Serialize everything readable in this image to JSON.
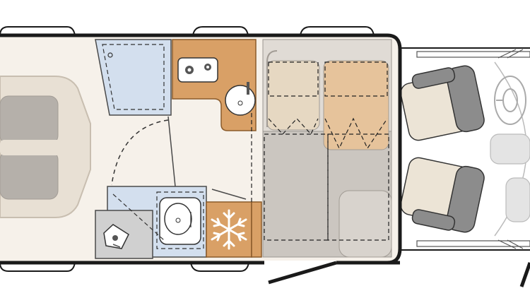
{
  "diagram": {
    "type": "motorhome-floor-plan",
    "colors": {
      "outline": "#1a1a1a",
      "floor": "#f6f1ea",
      "wood": "#d9a066",
      "washroom": "#d3dfee",
      "bed_grey": "#c9c4bf",
      "bed_beige": "#e6d8c2",
      "cushion": "#b9b1a7",
      "seat_dark": "#8c8c8c",
      "seat_light": "#ece4d6",
      "cab_light": "#e4e4e4",
      "white": "#ffffff"
    },
    "zones": [
      {
        "name": "rear-bed",
        "icon": "bed-icon"
      },
      {
        "name": "shower",
        "icon": "shower-icon"
      },
      {
        "name": "kitchen",
        "icon": "stove-icon"
      },
      {
        "name": "sink",
        "icon": "sink-icon"
      },
      {
        "name": "toilet-room",
        "icon": "toilet-icon"
      },
      {
        "name": "fridge",
        "icon": "snowflake-icon"
      },
      {
        "name": "dinette-bed",
        "icon": "bed-icon"
      },
      {
        "name": "cab-seats",
        "icon": "seat-icon"
      },
      {
        "name": "steering",
        "icon": "steering-wheel-icon"
      }
    ]
  }
}
